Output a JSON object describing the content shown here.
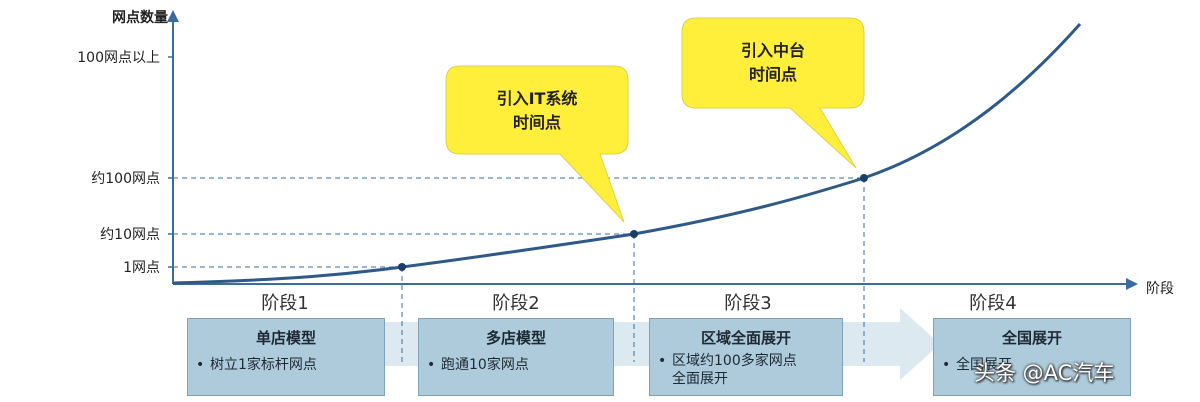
{
  "axes": {
    "y_title": "网点数量",
    "x_title": "阶段",
    "y_levels": [
      "100网点以上",
      "约100网点",
      "约10网点",
      "1网点"
    ]
  },
  "stages": [
    {
      "title": "阶段1",
      "card_title": "单店模型",
      "bullets": [
        "树立1家标杆网点"
      ]
    },
    {
      "title": "阶段2",
      "card_title": "多店模型",
      "bullets": [
        "跑通10家网点"
      ]
    },
    {
      "title": "阶段3",
      "card_title": "区域全面展开",
      "bullets": [
        "区域约100多家网点",
        "全面展开"
      ]
    },
    {
      "title": "阶段4",
      "card_title": "全国展开",
      "bullets": [
        "全国展开"
      ]
    }
  ],
  "callouts": [
    {
      "lines": [
        "引入IT系统",
        "时间点"
      ]
    },
    {
      "lines": [
        "引入中台",
        "时间点"
      ]
    }
  ],
  "colors": {
    "curve": "#2e5a8a",
    "axis": "#3a6d9e",
    "callout_fill": "#ffef3a",
    "card_fill": "#aecbdc",
    "arrow_band": "#dce9f1"
  },
  "watermark": "头条 @AC汽车"
}
